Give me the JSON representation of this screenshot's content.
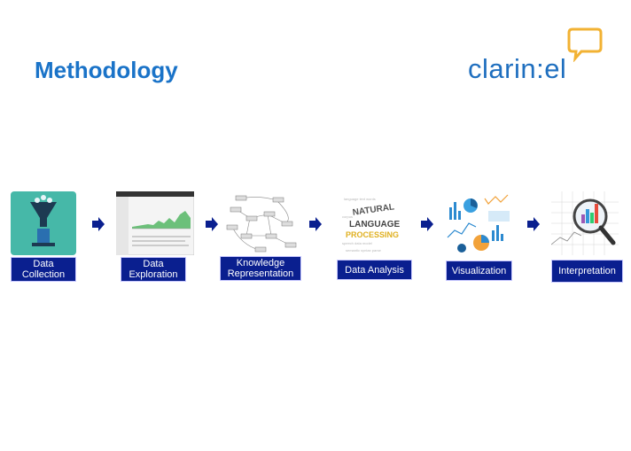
{
  "title": "Methodology",
  "logo": {
    "text": "clarin:el"
  },
  "steps": [
    {
      "label_line1": "Data",
      "label_line2": "Collection"
    },
    {
      "label_line1": "Data",
      "label_line2": "Exploration"
    },
    {
      "label_line1": "Knowledge",
      "label_line2": "Representation"
    },
    {
      "label_line1": "Data Analysis"
    },
    {
      "label_line1": "Visualization"
    },
    {
      "label_line1": "Interpretation"
    }
  ],
  "nlp_cloud": {
    "word1": "NATURAL",
    "word2": "LANGUAGE",
    "word3": "PROCESSING"
  },
  "colors": {
    "title": "#1a73c8",
    "label_bg": "#0a1f8f",
    "arrow": "#0a1f8f",
    "logo_bubble": "#f2b233",
    "logo_text": "#1f6fbf"
  }
}
